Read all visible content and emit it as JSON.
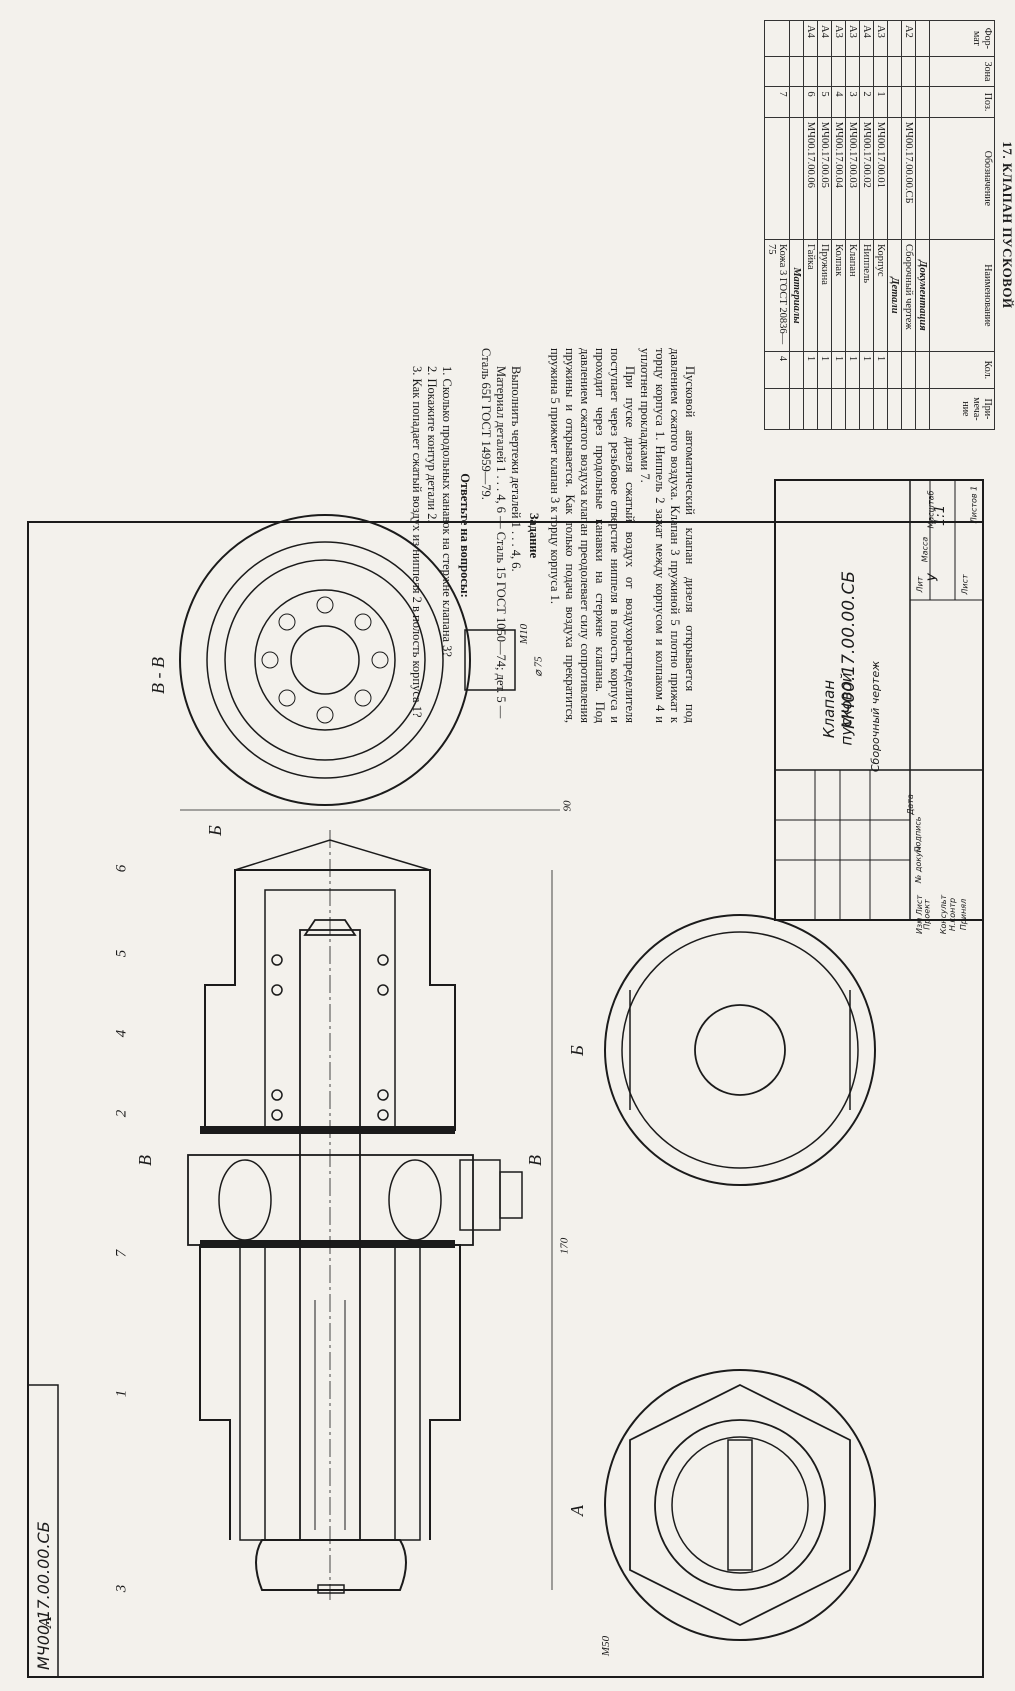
{
  "sheet_stamp": "МЧ00.17.00.00.СБ",
  "doc_title": "17. КЛАПАН ПУСКОВОЙ",
  "spec": {
    "headers": [
      "Фор-мат",
      "Зона",
      "Поз.",
      "Обозначение",
      "Наименование",
      "Кол.",
      "При-меча-ние"
    ],
    "sections": [
      {
        "title": "Документация",
        "rows": [
          {
            "format": "А2",
            "pos": "",
            "code": "МЧ00.17.00.00.СБ",
            "name": "Сборочный чертеж",
            "qty": ""
          }
        ]
      },
      {
        "title": "Детали",
        "rows": [
          {
            "format": "А3",
            "pos": "1",
            "code": "МЧ00.17.00.01",
            "name": "Корпус",
            "qty": "1"
          },
          {
            "format": "А4",
            "pos": "2",
            "code": "МЧ00.17.00.02",
            "name": "Ниппель",
            "qty": "1"
          },
          {
            "format": "А3",
            "pos": "3",
            "code": "МЧ00.17.00.03",
            "name": "Клапан",
            "qty": "1"
          },
          {
            "format": "А3",
            "pos": "4",
            "code": "МЧ00.17.00.04",
            "name": "Колпак",
            "qty": "1"
          },
          {
            "format": "А4",
            "pos": "5",
            "code": "МЧ00.17.00.05",
            "name": "Пружина",
            "qty": "1"
          },
          {
            "format": "А4",
            "pos": "6",
            "code": "МЧ00.17.00.06",
            "name": "Гайка",
            "qty": "1"
          }
        ]
      },
      {
        "title": "Материалы",
        "rows": [
          {
            "format": "",
            "pos": "7",
            "code": "",
            "name": "Кожа 3 ГОСТ 20836—75",
            "qty": "4"
          }
        ]
      }
    ]
  },
  "description": [
    "Пусковой автоматический клапан дизеля открывается под давлением сжатого воздуха. Клапан 3 пружиной 5 плотно прижат к торцу корпуса 1. Ниппель 2 зажат между корпусом и колпаком 4 и уплотнен прокладками 7.",
    "При пуске дизеля сжатый воздух от воздухораспределителя поступает через резьбовое отверстие ниппеля в полость корпуса и проходит через продольные канавки на стержне клапана. Под давлением сжатого воздуха клапан преодолевает силу сопротивления пружины и открывается. Как только подача воздуха прекратится, пружина 5 прижмет клапан 3 к торцу корпуса 1."
  ],
  "task": {
    "heading": "Задание",
    "lines": [
      "Выполнить чертежи деталей 1 . . . 4, 6.",
      "Материал деталей 1 . . . 4, 6 — Сталь 15 ГОСТ 1050—74; дет. 5 — Сталь 65Г ГОСТ 14959—79."
    ]
  },
  "questions": {
    "heading": "Ответьте на вопросы:",
    "items": [
      "1. Сколько продольных канавок на стержне клапана 3?",
      "2. Покажите контур детали 2.",
      "3. Как попадает сжатый воздух из ниппеля 2 в полость корпуса 1?"
    ]
  },
  "drawing": {
    "leaders": [
      "3",
      "1",
      "7",
      "2",
      "4",
      "5",
      "6"
    ],
    "section_letters": {
      "a": "А",
      "b": "Б",
      "v": "В"
    },
    "view_labels": {
      "section_vv": "В - В",
      "view_a": "А",
      "view_b": "Б"
    },
    "dims": {
      "overall_length": "170",
      "diameter_90": "90",
      "diameter_75": "⌀ 75",
      "thread_m10": "М10",
      "thread_m50": "М50"
    }
  },
  "title_block": {
    "code": "МЧ00.17.00.00.СБ",
    "name_line1": "Клапан",
    "name_line2": "пусковой",
    "doc_type": "Сборочный чертеж",
    "litera": "У",
    "scale": "1:1",
    "sheet": "Лист",
    "sheets": "Листов 1",
    "col_labels": [
      "Лит",
      "Масса",
      "Масштаб"
    ],
    "rows": [
      "Изм Лист",
      "Проект",
      "Консульт",
      "Н.контр",
      "Принял"
    ],
    "row_heads": [
      "№ докум",
      "Подпись",
      "Дата"
    ]
  }
}
